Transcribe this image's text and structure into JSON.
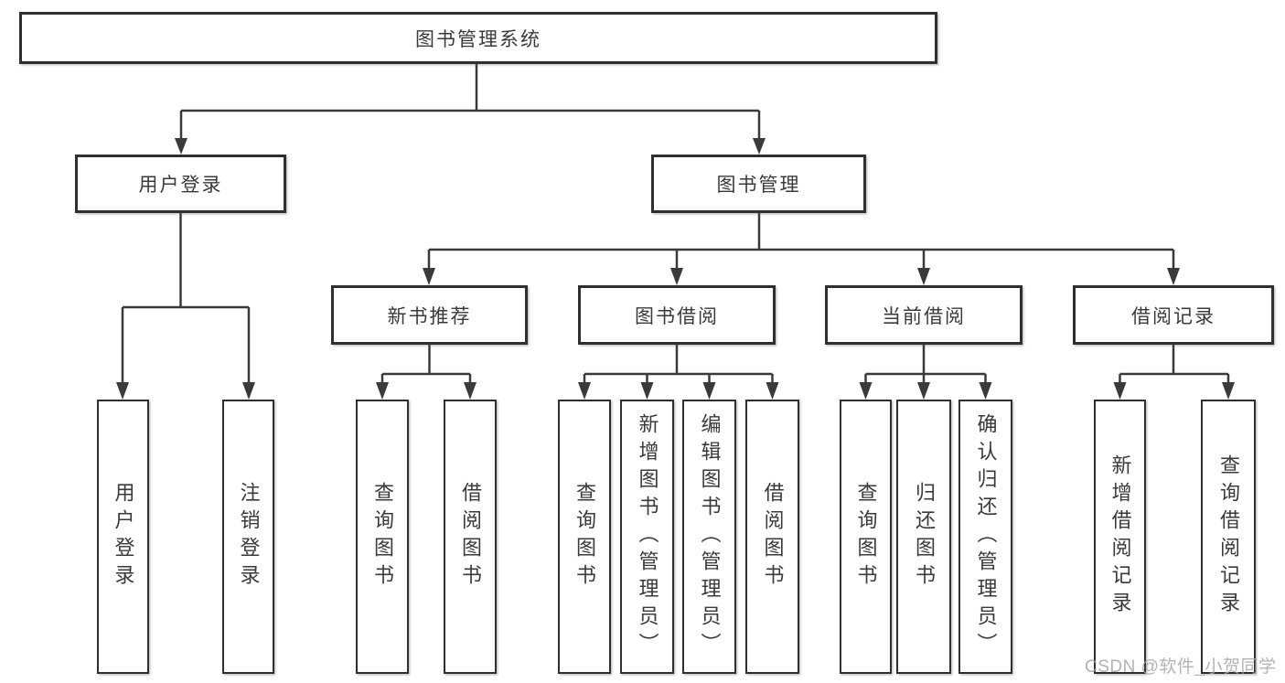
{
  "diagram": {
    "type": "hierarchy-flowchart",
    "colors": {
      "line": "#3a3a3a",
      "border": "#2f2f2f",
      "text": "#3a3a3a",
      "background": "#ffffff",
      "watermark": "#a6a6a6"
    },
    "nodes": {
      "root": {
        "label": "图书管理系统"
      },
      "user_login": {
        "label": "用户登录",
        "children": [
          "用户登录",
          "注销登录"
        ]
      },
      "book_mgmt": {
        "label": "图书管理"
      },
      "new_book": {
        "label": "新书推荐",
        "children": [
          "查询图书",
          "借阅图书"
        ]
      },
      "book_borrow": {
        "label": "图书借阅",
        "children": [
          "查询图书",
          "新增图书（管理员）",
          "编辑图书（管理员）",
          "借阅图书"
        ]
      },
      "current_borrow": {
        "label": "当前借阅",
        "children": [
          "查询图书",
          "归还图书",
          "确认归还（管理员）"
        ]
      },
      "borrow_records": {
        "label": "借阅记录",
        "children": [
          "新增借阅记录",
          "查询借阅记录"
        ]
      }
    },
    "watermark": "CSDN @软件_小贺同学"
  }
}
